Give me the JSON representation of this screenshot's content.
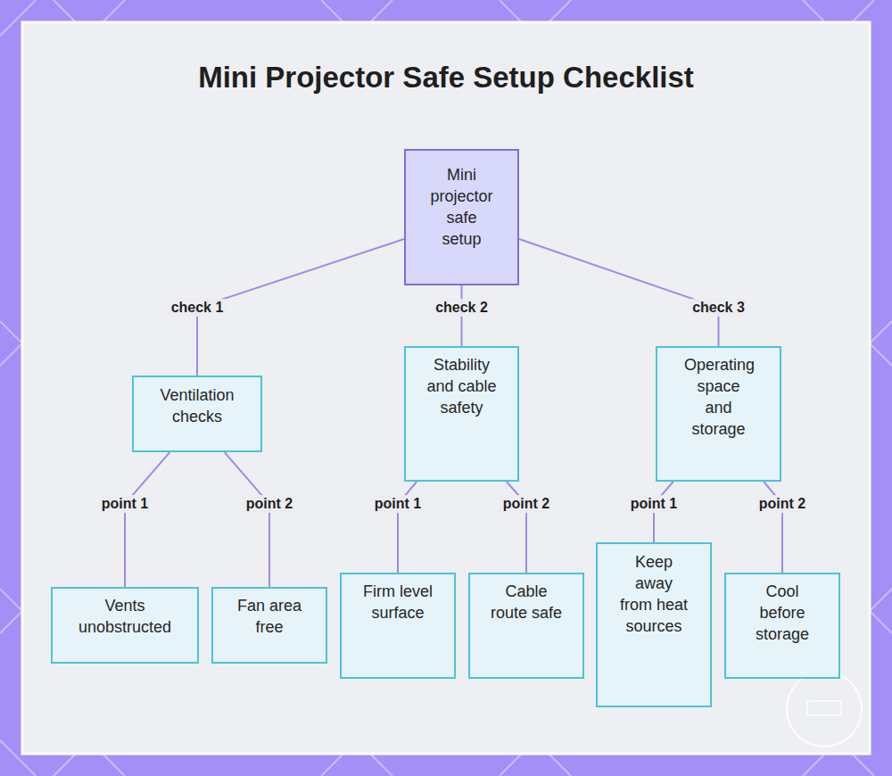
{
  "diagram": {
    "title": "Mini Projector Safe Setup Checklist",
    "nodes": [
      {
        "text": [
          "Mini projector safe setup"
        ]
      },
      {
        "text": [
          "Ventilation checks"
        ]
      },
      {
        "text": [
          "Stability and cable safety"
        ]
      },
      {
        "text": [
          "Operating space and storage"
        ]
      },
      {
        "text": [
          "Vents unobstructed"
        ]
      },
      {
        "text": [
          "Fan area free"
        ]
      },
      {
        "text": [
          "Firm level surface"
        ]
      },
      {
        "text": [
          "Cable route safe"
        ]
      },
      {
        "text": [
          "Keep away from heat sources"
        ]
      },
      {
        "text": [
          "Cool before storage"
        ]
      }
    ],
    "edges": [
      {
        "from": 0,
        "to": 1,
        "label": "check 1",
        "arrow": "none"
      },
      {
        "from": 0,
        "to": 2,
        "label": "check 2",
        "arrow": "none"
      },
      {
        "from": 0,
        "to": 3,
        "label": "check 3",
        "arrow": "none"
      },
      {
        "from": 1,
        "to": 4,
        "label": "point 1",
        "arrow": "none"
      },
      {
        "from": 1,
        "to": 5,
        "label": "point 2",
        "arrow": "none"
      },
      {
        "from": 2,
        "to": 6,
        "label": "point 1",
        "arrow": "none"
      },
      {
        "from": 2,
        "to": 7,
        "label": "point 2",
        "arrow": "none"
      },
      {
        "from": 3,
        "to": 8,
        "label": "point 1",
        "arrow": "none"
      },
      {
        "from": 3,
        "to": 9,
        "label": "point 2",
        "arrow": "none"
      }
    ]
  }
}
